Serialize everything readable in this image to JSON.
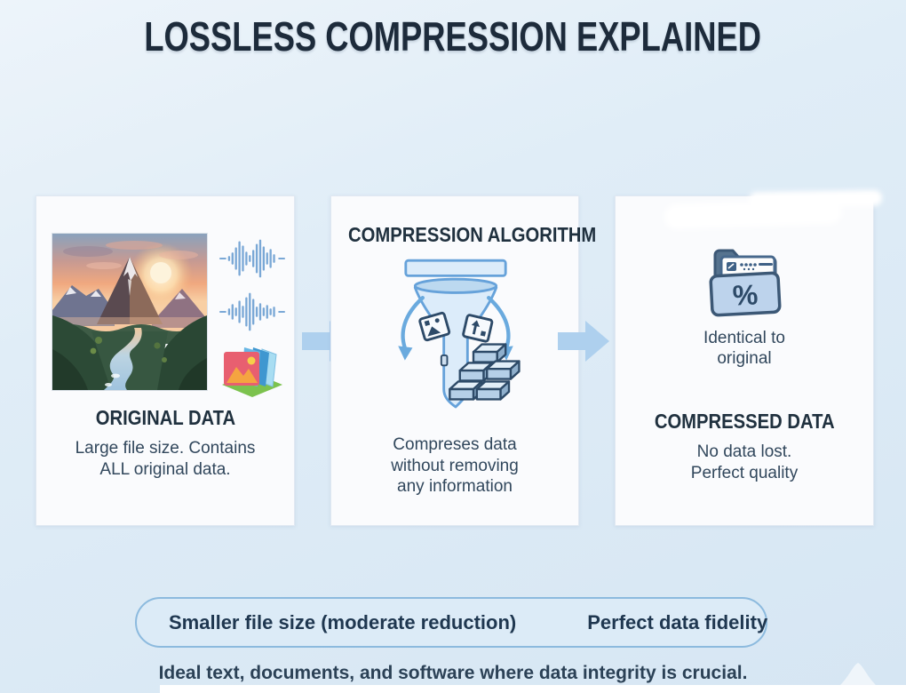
{
  "header": {
    "title": "LOSSLESS COMPRESSION EXPLAINED"
  },
  "flow": {
    "cards": [
      {
        "id": "original",
        "heading": "ORIGINAL DATA",
        "body": "Large file size. Contains ALL original data.",
        "icons": [
          "landscape-photo",
          "audio-waveform-icon",
          "audio-waveform-icon",
          "photo-stack-icon"
        ]
      },
      {
        "id": "algorithm",
        "heading": "COMPRESSION ALGORITHM",
        "body": "Compreses data without removing any information",
        "icons": [
          "compression-funnel-icon",
          "image-tile-icon",
          "image-tile-icon",
          "data-blocks-icon",
          "curved-down-arrow-icon"
        ]
      },
      {
        "id": "compressed",
        "heading": "COMPRESSED DATA",
        "caption": "Identical to original",
        "body": "No data lost. Perfect quality",
        "folder_symbol": "%",
        "icons": [
          "folder-percent-icon"
        ]
      }
    ],
    "connectors": [
      "right-arrow",
      "right-arrow"
    ]
  },
  "benefits_bar": {
    "items": [
      {
        "icon": "check-device-icon",
        "label": "Smaller file size (moderate reduction)"
      },
      {
        "icon": "fast-forward-icon",
        "label": "Perfect data fidelity"
      }
    ]
  },
  "footnote": "Ideal text, documents, and software where data integrity is crucial.",
  "colors": {
    "page_bg_top": "#edf4fa",
    "page_bg_bottom": "#d6e6f3",
    "card_bg": "#fafbfd",
    "title_ink": "#1d2b3b",
    "heading_ink": "#20313f",
    "body_ink": "#31475c",
    "connector_arrow": "#aed0ee",
    "pill_border": "#8cbade",
    "pill_bg": "#dcebf7",
    "pill_icon_blue": "#9cc4e8",
    "funnel_blue": "#66a2da",
    "diagram_ink": "#2d4a68",
    "block_fill": "#b5cfe7",
    "folder_slate": "#56738f",
    "waveform_blue": "#7aa8d6"
  }
}
